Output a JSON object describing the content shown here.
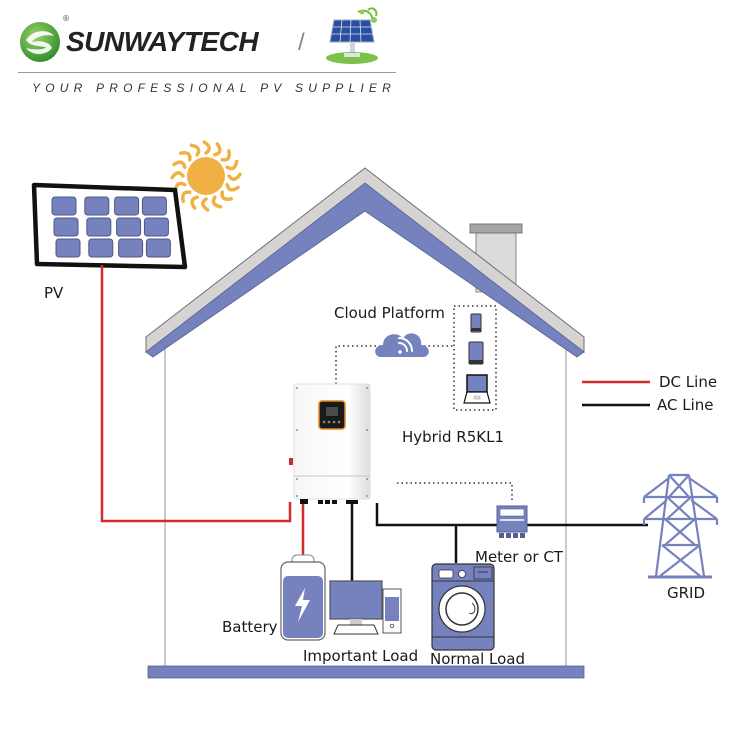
{
  "header": {
    "brand": "SUNWAYTECH",
    "registered_mark": "®",
    "separator": "/",
    "tagline": "YOUR PROFESSIONAL PV SUPPLIER"
  },
  "diagram": {
    "pv_label": "PV",
    "cloud_label": "Cloud Platform",
    "inverter_label": "Hybrid R5KL1",
    "battery_label": "Battery",
    "important_load_label": "Important Load",
    "normal_load_label": "Normal Load",
    "meter_label": "Meter or CT",
    "grid_label": "GRID"
  },
  "legend": {
    "items": [
      {
        "label": "DC Line",
        "color": "#d42a2a"
      },
      {
        "label": "AC Line",
        "color": "#111111"
      }
    ]
  },
  "colors": {
    "accent_purple": "#7682be",
    "roof_gray": "#d6d3d3",
    "sun": "#f0b043",
    "dc_line": "#d42a2a",
    "ac_line": "#111111",
    "logo_green": "#3d9b35",
    "inverter_orange": "#e58a1f"
  }
}
